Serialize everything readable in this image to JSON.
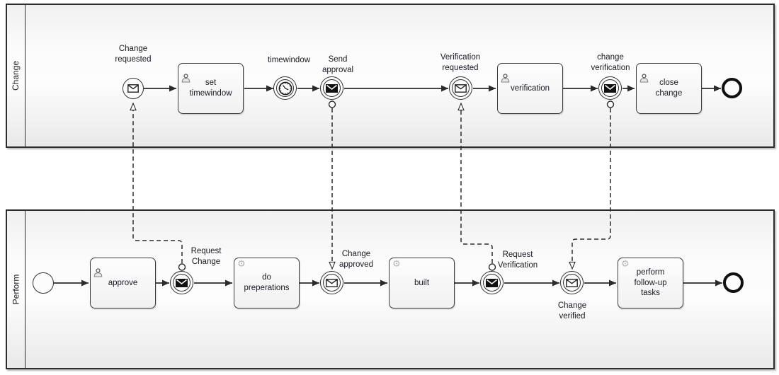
{
  "colors": {
    "line": "#2b2b2b",
    "text": "#191922",
    "poolBorder": "#2d2d2d",
    "nodeBorder": "#3a3a3a"
  },
  "pools": {
    "change": "Change",
    "perform": "Perform"
  },
  "change": {
    "startLabel": "Change\nrequested",
    "setTimewindow": "set\ntimewindow",
    "timerLabel": "timewindow",
    "sendApproval": "Send\napproval",
    "verificationRequested": "Verification\nrequested",
    "verificationTask": "verification",
    "changeVerification": "change\nverification",
    "closeChange": "close\nchange"
  },
  "perform": {
    "approve": "approve",
    "requestChange": "Request\nChange",
    "doPreperations": "do\npreperations",
    "changeApproved": "Change\napproved",
    "built": "built",
    "requestVerification": "Request\nVerification",
    "changeVerified": "Change\nverified",
    "followUp": "perform\nfollow-up\ntasks"
  },
  "icons": {
    "gear_glyph": "⚙",
    "user_task_icon": "user-icon",
    "service_task_icon": "gear-icon",
    "message_icon": "envelope-icon",
    "timer_icon": "clock-icon"
  }
}
